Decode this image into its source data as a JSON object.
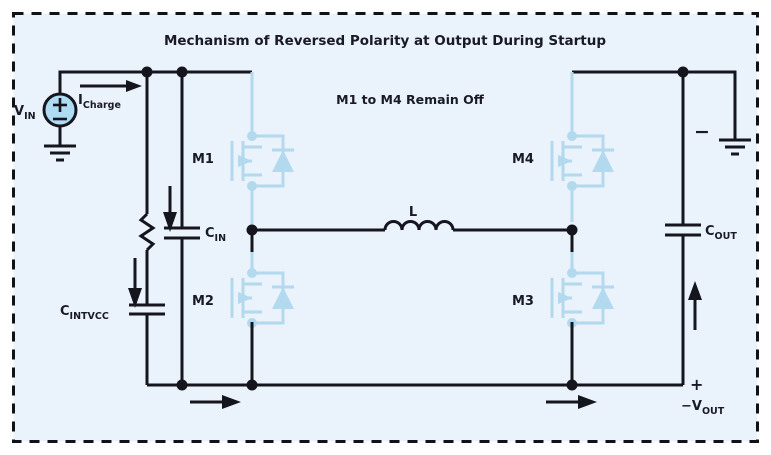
{
  "figure": {
    "title": "Mechanism of Reversed Polarity at Output During Startup",
    "note": "M1 to M4 Remain Off",
    "border_style": "dashed",
    "border_color": "#111118",
    "background_color": "#eaf3fb",
    "wire_color": "#15151e",
    "mosfet_color": "#b3d9ee",
    "source_fill_color": "#aedcf2"
  },
  "labels": {
    "vin": "V",
    "vin_sub": "IN",
    "icharge": "I",
    "icharge_sub": "Charge",
    "m1": "M1",
    "m2": "M2",
    "m3": "M3",
    "m4": "M4",
    "cin": "C",
    "cin_sub": "IN",
    "cout": "C",
    "cout_sub": "OUT",
    "cintvcc": "C",
    "cintvcc_sub": "INTVCC",
    "inductor": "L",
    "minus_sign": "−",
    "plus_sign": "+",
    "vout": "−V",
    "vout_sub": "OUT"
  },
  "components": [
    {
      "name": "voltage-source-vin",
      "type": "dc-source",
      "label": "VIN"
    },
    {
      "name": "ground-input",
      "type": "ground"
    },
    {
      "name": "ground-output",
      "type": "ground"
    },
    {
      "name": "resistor-intvcc",
      "type": "resistor"
    },
    {
      "name": "capacitor-cintvcc",
      "type": "capacitor",
      "label": "CINTVCC"
    },
    {
      "name": "capacitor-cin",
      "type": "capacitor",
      "label": "CIN"
    },
    {
      "name": "capacitor-cout",
      "type": "capacitor",
      "label": "COUT"
    },
    {
      "name": "inductor-l",
      "type": "inductor",
      "label": "L"
    },
    {
      "name": "mosfet-m1",
      "type": "nmos-with-body-diode",
      "label": "M1"
    },
    {
      "name": "mosfet-m2",
      "type": "nmos-with-body-diode",
      "label": "M2"
    },
    {
      "name": "mosfet-m3",
      "type": "nmos-with-body-diode",
      "label": "M3"
    },
    {
      "name": "mosfet-m4",
      "type": "nmos-with-body-diode",
      "label": "M4"
    }
  ],
  "current_arrows": [
    {
      "name": "arrow-icharge",
      "direction": "right",
      "label": "ICharge"
    },
    {
      "name": "arrow-cin-branch",
      "direction": "down"
    },
    {
      "name": "arrow-cintvcc-branch",
      "direction": "down"
    },
    {
      "name": "arrow-bottom-left",
      "direction": "right"
    },
    {
      "name": "arrow-bottom-right",
      "direction": "right"
    },
    {
      "name": "arrow-cout-branch",
      "direction": "up"
    }
  ]
}
